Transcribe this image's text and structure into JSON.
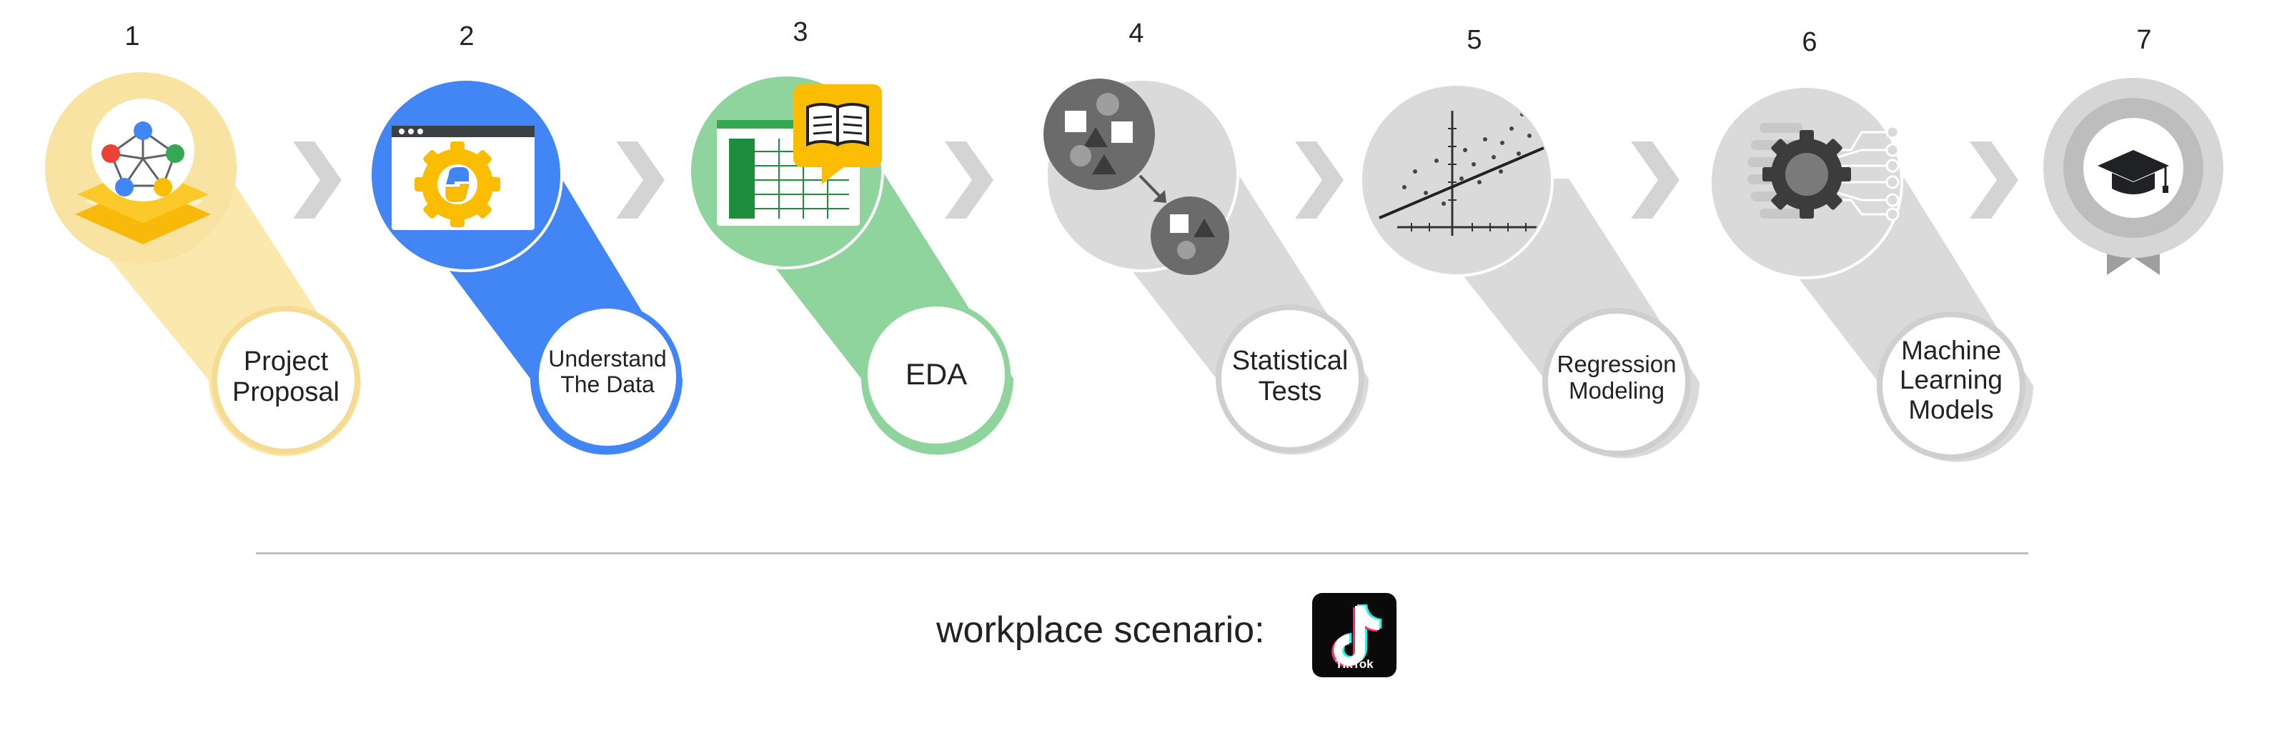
{
  "steps": [
    {
      "number": "1",
      "label_lines": [
        "Project",
        "Proposal"
      ],
      "icon": "network-layers-icon",
      "color": "#f8e3a3"
    },
    {
      "number": "2",
      "label_lines": [
        "Understand",
        "The Data"
      ],
      "icon": "python-gear-window-icon",
      "color": "#4285f4"
    },
    {
      "number": "3",
      "label_lines": [
        "EDA"
      ],
      "icon": "spreadsheet-book-icon",
      "color": "#8fd49c"
    },
    {
      "number": "4",
      "label_lines": [
        "Statistical",
        "Tests"
      ],
      "icon": "shapes-transform-icon",
      "color": "#d6d6d6"
    },
    {
      "number": "5",
      "label_lines": [
        "Regression",
        "Modeling"
      ],
      "icon": "scatter-regression-icon",
      "color": "#d6d6d6"
    },
    {
      "number": "6",
      "label_lines": [
        "Machine",
        "Learning",
        "Models"
      ],
      "icon": "gear-circuit-icon",
      "color": "#d6d6d6"
    },
    {
      "number": "7",
      "label_lines": [],
      "icon": "graduation-badge-icon",
      "color": "#d6d6d6"
    }
  ],
  "scenario": {
    "label": "workplace scenario:",
    "logo_text": "TikTok",
    "logo_icon": "tiktok-logo-icon"
  }
}
